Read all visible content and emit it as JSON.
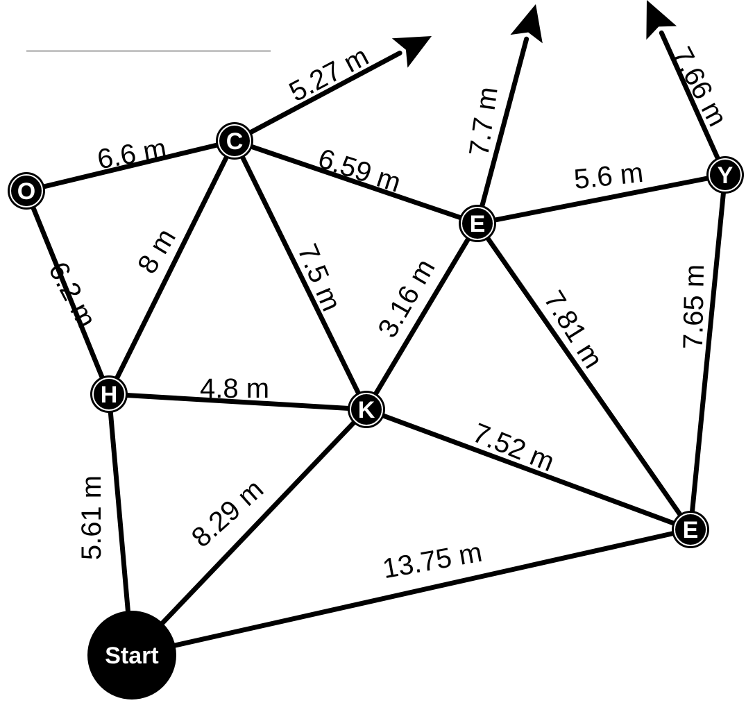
{
  "diagram": {
    "nodes": [
      {
        "id": "O",
        "label": "O"
      },
      {
        "id": "C",
        "label": "C"
      },
      {
        "id": "H",
        "label": "H"
      },
      {
        "id": "K",
        "label": "K"
      },
      {
        "id": "E1",
        "label": "E"
      },
      {
        "id": "Y",
        "label": "Y"
      },
      {
        "id": "E2",
        "label": "E"
      },
      {
        "id": "START",
        "label": "Start"
      }
    ],
    "edges": [
      {
        "id": "o-c",
        "from": "O",
        "to": "C",
        "label": "6.6  m"
      },
      {
        "id": "c-e1",
        "from": "C",
        "to": "E1",
        "label": "6.59  m"
      },
      {
        "id": "e1-y",
        "from": "E1",
        "to": "Y",
        "label": "5.6  m"
      },
      {
        "id": "o-h",
        "from": "O",
        "to": "H",
        "label": "6.2  m"
      },
      {
        "id": "c-h",
        "from": "C",
        "to": "H",
        "label": "8  m"
      },
      {
        "id": "c-k",
        "from": "C",
        "to": "K",
        "label": "7.5  m"
      },
      {
        "id": "e1-k",
        "from": "E1",
        "to": "K",
        "label": "3.16  m"
      },
      {
        "id": "e1-e2",
        "from": "E1",
        "to": "E2",
        "label": "7.81  m"
      },
      {
        "id": "y-e2",
        "from": "Y",
        "to": "E2",
        "label": "7.65  m"
      },
      {
        "id": "h-k",
        "from": "H",
        "to": "K",
        "label": "4.8  m"
      },
      {
        "id": "k-e2",
        "from": "K",
        "to": "E2",
        "label": "7.52  m"
      },
      {
        "id": "h-start",
        "from": "H",
        "to": "START",
        "label": "5.61  m"
      },
      {
        "id": "k-start",
        "from": "K",
        "to": "START",
        "label": "8.29  m"
      },
      {
        "id": "start-e2",
        "from": "START",
        "to": "E2",
        "label": "13.75  m"
      }
    ],
    "exits": [
      {
        "id": "c-exit",
        "from": "C",
        "label": "5.27  m"
      },
      {
        "id": "e1-exit",
        "from": "E1",
        "label": "7.7  m"
      },
      {
        "id": "y-exit",
        "from": "Y",
        "label": "7.66  m"
      }
    ]
  }
}
